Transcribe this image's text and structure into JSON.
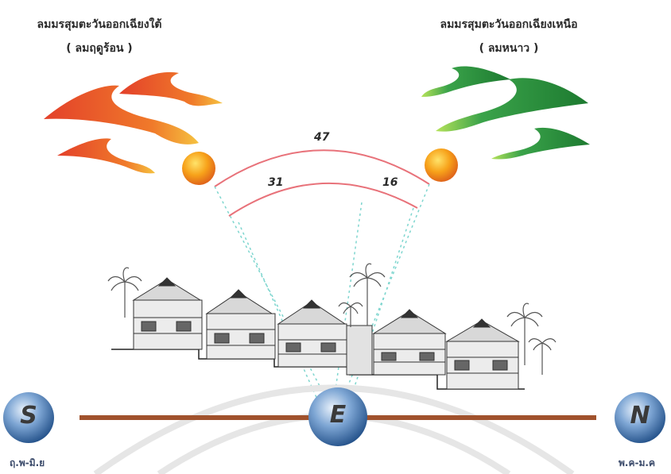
{
  "captions": {
    "southwest_title": "ลมมรสุมตะวันออกเฉียงใต้",
    "southwest_sub": "( ลมฤดูร้อน )",
    "northeast_title": "ลมมรสุมตะวันออกเฉียงเหนือ",
    "northeast_sub": "( ลมหนาว )"
  },
  "angles": {
    "outer": "47",
    "inner_left": "31",
    "inner_right": "16"
  },
  "compass": {
    "south": "S",
    "east": "E",
    "north": "N"
  },
  "bottom": {
    "left": "ฤ.พ-มิ.ย",
    "right": "พ.ค-ม.ค"
  },
  "colors": {
    "warm_wind": "#e8542a",
    "cool_wind": "#2e9b3e",
    "sun": "#f39c12",
    "arc": "#e8727a",
    "axis": "#a0522d",
    "orb": "#3d6fa8"
  }
}
